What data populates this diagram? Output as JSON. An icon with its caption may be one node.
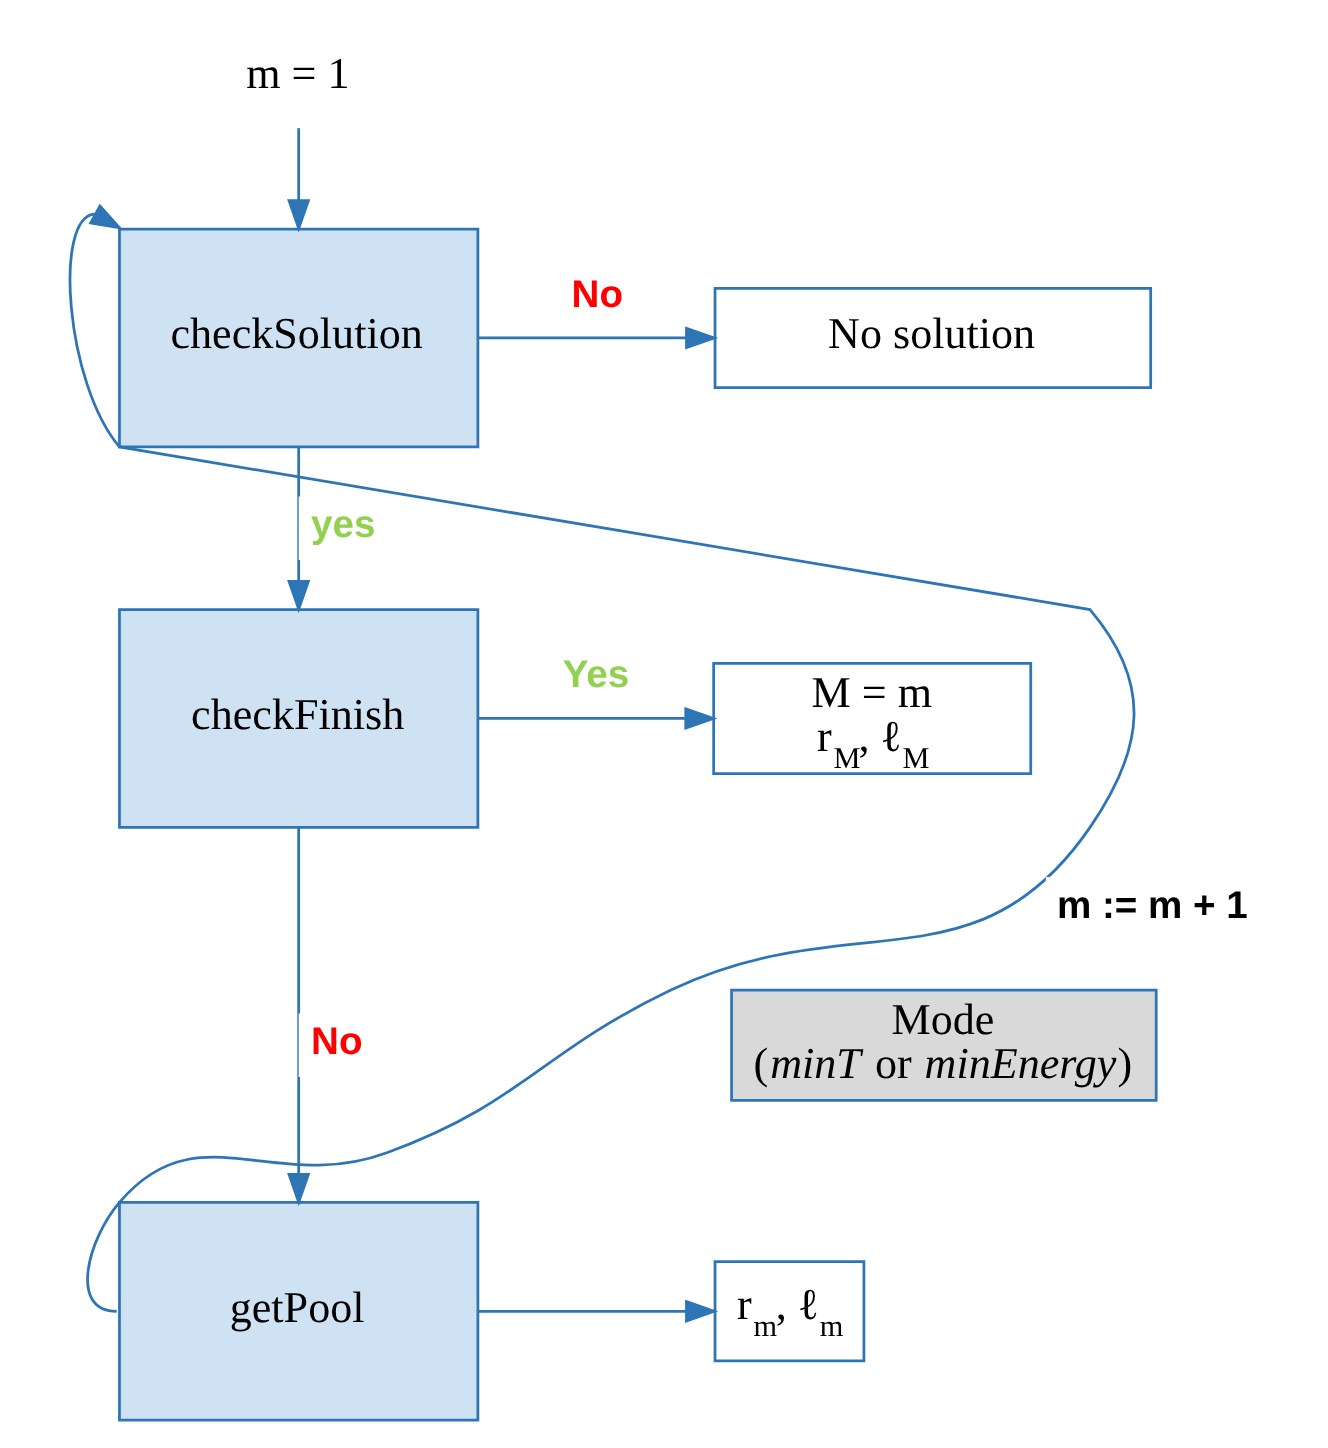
{
  "diagram": {
    "nodes": [
      {
        "text": [
          "m = 1"
        ]
      },
      {
        "text": [
          "checkSolution"
        ]
      },
      {
        "text": [
          "No solution"
        ]
      },
      {
        "text": [
          "checkFinish"
        ]
      },
      {
        "text": [
          "M = m",
          "r$_{M}$, ℓ$_{M}$"
        ]
      },
      {
        "text": [
          "Mode",
          "(*minT* or *minEnergy*)"
        ]
      },
      {
        "text": [
          "getPool"
        ]
      },
      {
        "text": [
          "r$_{m}$, ℓ$_{m}$"
        ]
      }
    ],
    "edges": [
      {
        "from": 0,
        "to": 1,
        "arrow": "to"
      },
      {
        "from": 1,
        "to": 2,
        "arrow": "to",
        "label": "No"
      },
      {
        "from": 1,
        "to": 3,
        "arrow": "to",
        "label": "yes"
      },
      {
        "from": 3,
        "to": 4,
        "arrow": "to",
        "label": "Yes"
      },
      {
        "from": 3,
        "to": 6,
        "arrow": "to",
        "label": "No"
      },
      {
        "from": 6,
        "to": 7,
        "arrow": "to"
      },
      {
        "from": 6,
        "to": 1,
        "arrow": "to",
        "label": "m := m + 1"
      }
    ]
  }
}
